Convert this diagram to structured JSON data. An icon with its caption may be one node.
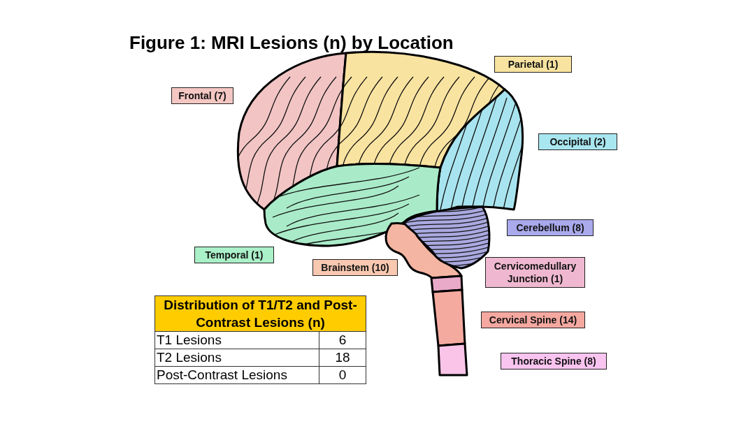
{
  "diagram": {
    "title": "Figure 1: MRI Lesions (n) by Location",
    "nodes": [
      {
        "text": [
          "Parietal (1)"
        ]
      },
      {
        "text": [
          "Frontal (7)"
        ]
      },
      {
        "text": [
          "Occipital (2)"
        ]
      },
      {
        "text": [
          "Cerebellum (8)"
        ]
      },
      {
        "text": [
          "Temporal (1)"
        ]
      },
      {
        "text": [
          "Brainstem (10)"
        ]
      },
      {
        "text": [
          "Cervicomedullary Junction (1)"
        ]
      },
      {
        "text": [
          "Cervical Spine (14)"
        ]
      },
      {
        "text": [
          "Thoracic Spine (8)"
        ]
      }
    ],
    "labels": [
      "Distribution of T1/T2 and Post-Contrast Lesions (n)",
      "T1 Lesions",
      "6",
      "T2 Lesions",
      "18",
      "Post-Contrast Lesions",
      "0"
    ]
  }
}
